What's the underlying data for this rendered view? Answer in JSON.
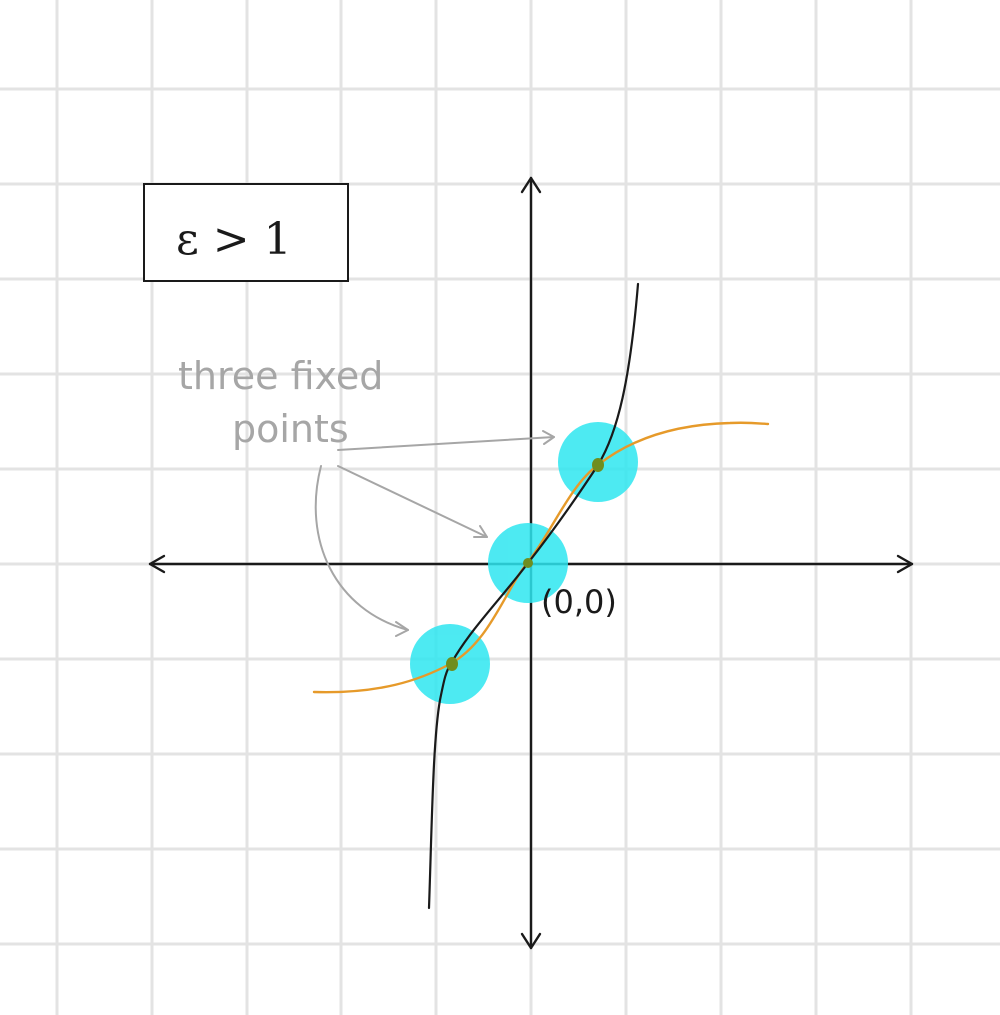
{
  "condition_label": "ε > 1",
  "annotation": {
    "line1": "three fixed",
    "line2": "points"
  },
  "origin_label": "(0,0)",
  "colors": {
    "grid": "#e3e3e3",
    "axes": "#1a1a1a",
    "steep_curve": "#1a1a1a",
    "sigmoid_curve": "#e69a2a",
    "highlight": "#2ee6f0",
    "fixed_point": "#6f8e1f",
    "annotation": "#a6a6a6"
  },
  "icons": {
    "axis_arrows": "arrow-head-icon"
  }
}
